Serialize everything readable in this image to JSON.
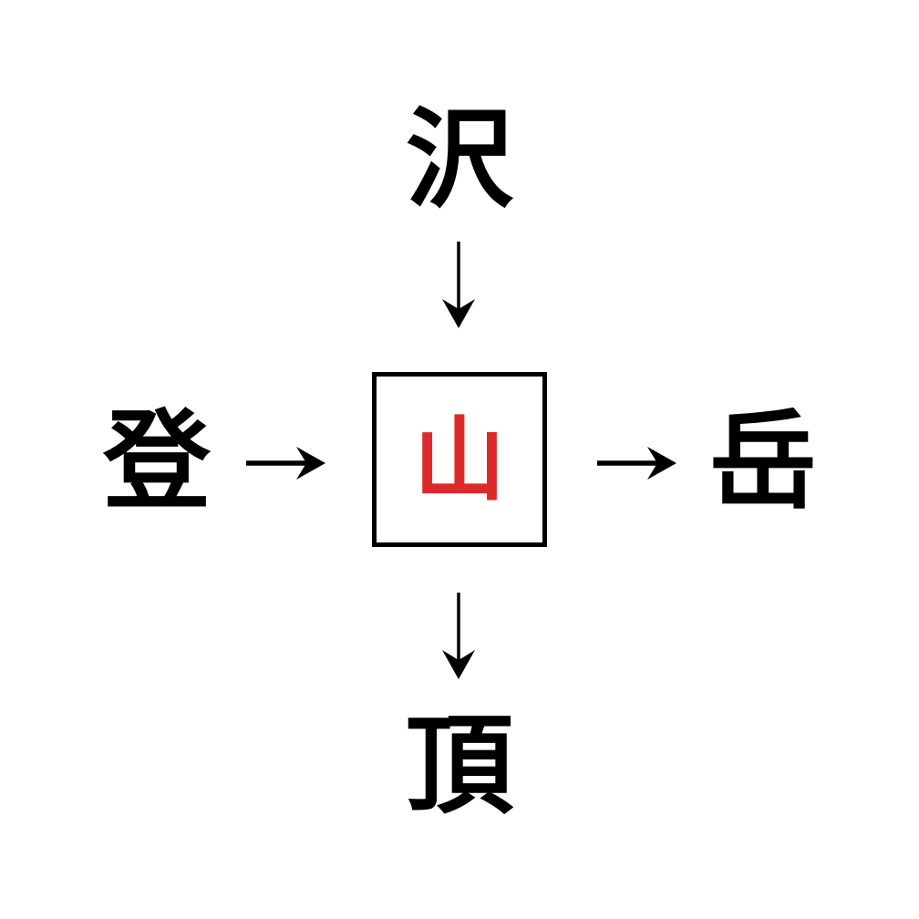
{
  "diagram": {
    "type": "radial-association-map",
    "background_color": "#ffffff",
    "center": {
      "character": "山",
      "reading_role": "center-node",
      "color": "#dc2a2a",
      "boxed": true,
      "box_border_color": "#000000"
    },
    "nodes": [
      {
        "id": "top",
        "character": "沢",
        "color": "#000000",
        "position": "top"
      },
      {
        "id": "left",
        "character": "登",
        "color": "#000000",
        "position": "left"
      },
      {
        "id": "right",
        "character": "岳",
        "color": "#000000",
        "position": "right"
      },
      {
        "id": "bottom",
        "character": "頂",
        "color": "#000000",
        "position": "bottom"
      }
    ],
    "arrows": [
      {
        "id": "top-to-center",
        "from": "沢",
        "to": "山",
        "direction": "down",
        "glyph": "↓",
        "color": "#000000"
      },
      {
        "id": "left-to-center",
        "from": "登",
        "to": "山",
        "direction": "right",
        "glyph": "→",
        "color": "#000000"
      },
      {
        "id": "center-to-right",
        "from": "山",
        "to": "岳",
        "direction": "right",
        "glyph": "→",
        "color": "#000000"
      },
      {
        "id": "center-to-bottom",
        "from": "山",
        "to": "頂",
        "direction": "down",
        "glyph": "↓",
        "color": "#000000"
      }
    ]
  }
}
